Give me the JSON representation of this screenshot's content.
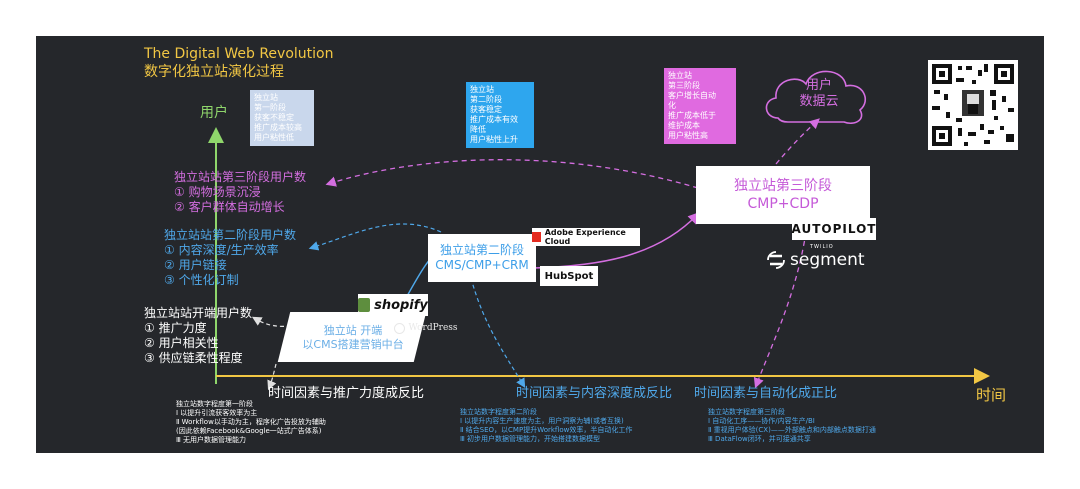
{
  "title": {
    "en": "The Digital Web Revolution",
    "cn": "数字化独立站演化过程"
  },
  "axes": {
    "y_label": "用户",
    "x_label": "时间"
  },
  "notes": {
    "stage1": [
      "独立站",
      "第一阶段",
      "获客不稳定",
      "推广成本较高",
      "用户粘性低"
    ],
    "stage2": [
      "独立站",
      "第二阶段",
      "获客稳定",
      "推广成本有效",
      "降低",
      "用户粘性上升"
    ],
    "stage3": [
      "独立站",
      "第三阶段",
      "客户增长自动",
      "化",
      "推广成本低于",
      "维护成本",
      "用户粘性高"
    ]
  },
  "cloud": {
    "line1": "用户",
    "line2": "数据云"
  },
  "user_counts": {
    "stage3": {
      "title": "独立站站第三阶段用户数",
      "items": [
        "① 购物场景沉浸",
        "② 客户群体自动增长"
      ]
    },
    "stage2": {
      "title": "独立站站第二阶段用户数",
      "items": [
        "① 内容深度/生产效率",
        "② 用户链接",
        "③ 个性化订制"
      ]
    },
    "stage1": {
      "title": "独立站站开端用户数",
      "items": [
        "① 推广力度",
        "② 用户相关性",
        "③ 供应链柔性程度"
      ]
    }
  },
  "stage_boxes": {
    "s1": {
      "line1": "独立站 开端",
      "line2": "以CMS搭建营销中台"
    },
    "s2": {
      "line1": "独立站第二阶段",
      "line2": "CMS/CMP+CRM"
    },
    "s3": {
      "line1": "独立站第三阶段",
      "line2": "CMP+CDP"
    }
  },
  "logos": {
    "shopify": "shopify",
    "wordpress": "WordPress",
    "adobe": "Adobe Experience Cloud",
    "hubspot": "HubSpot",
    "autopilot": "AUTOPILOT",
    "twilio": "TWILIO",
    "segment": "segment"
  },
  "axis_captions": {
    "c1": "时间因素与推广力度成反比",
    "c2": "时间因素与内容深度成反比",
    "c3": "时间因素与自动化成正比"
  },
  "footer": {
    "stage1": {
      "title": "独立站数字程度第一阶段",
      "lines": [
        "Ⅰ 以提升引流获客效率为主",
        "Ⅱ Workflow以手动为主，程序化广告投放为辅助",
        "(因此依赖Facebook&Google一站式广告体系)",
        "Ⅲ 无用户数据管理能力"
      ]
    },
    "stage2": {
      "title": "独立站数字程度第二阶段",
      "lines": [
        "Ⅰ 以提升内容生产速度为主，用户洞察为辅(或者互换)",
        "Ⅱ 结合SEO，以CMP提升Workflow效率，半自动化工作",
        "Ⅲ 初步用户数据管理能力，开始搭建数据模型"
      ]
    },
    "stage3": {
      "title": "独立站数字程度第三阶段",
      "lines": [
        "Ⅰ 自动化工序——协作/内容生产/BI",
        "Ⅱ 重视用户体验(CX)——外部触点和内部触点数据打通",
        "Ⅲ DataFlow闭环，并可接通共享"
      ]
    }
  }
}
